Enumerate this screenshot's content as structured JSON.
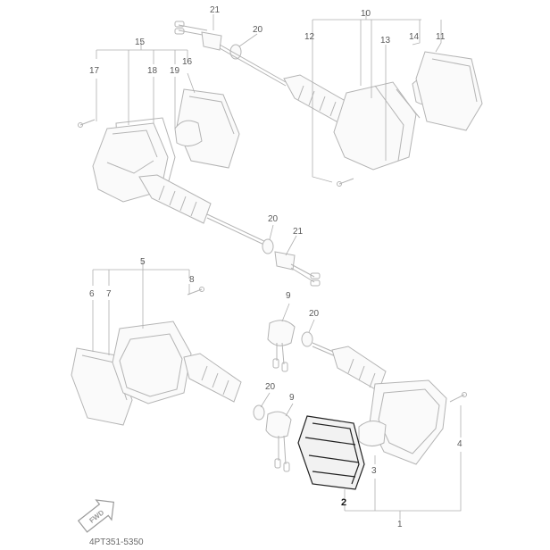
{
  "diagram": {
    "labels": [
      {
        "id": "21a",
        "text": "21"
      },
      {
        "id": "20a",
        "text": "20"
      },
      {
        "id": "10",
        "text": "10"
      },
      {
        "id": "12a",
        "text": "12"
      },
      {
        "id": "13a",
        "text": "13"
      },
      {
        "id": "14a",
        "text": "14"
      },
      {
        "id": "11a",
        "text": "11"
      },
      {
        "id": "15",
        "text": "15"
      },
      {
        "id": "17",
        "text": "17"
      },
      {
        "id": "18",
        "text": "18"
      },
      {
        "id": "19",
        "text": "19"
      },
      {
        "id": "16",
        "text": "16"
      },
      {
        "id": "20b",
        "text": "20"
      },
      {
        "id": "21b",
        "text": "21"
      },
      {
        "id": "5",
        "text": "5"
      },
      {
        "id": "6",
        "text": "6"
      },
      {
        "id": "7",
        "text": "7"
      },
      {
        "id": "8",
        "text": "8"
      },
      {
        "id": "9a",
        "text": "9"
      },
      {
        "id": "20c",
        "text": "20"
      },
      {
        "id": "20d",
        "text": "20"
      },
      {
        "id": "9b",
        "text": "9"
      },
      {
        "id": "4",
        "text": "4"
      },
      {
        "id": "3",
        "text": "3"
      },
      {
        "id": "2",
        "text": "2"
      },
      {
        "id": "1",
        "text": "1"
      }
    ],
    "fwd_label": "FWD",
    "diagram_code": "4PT351-5350"
  }
}
